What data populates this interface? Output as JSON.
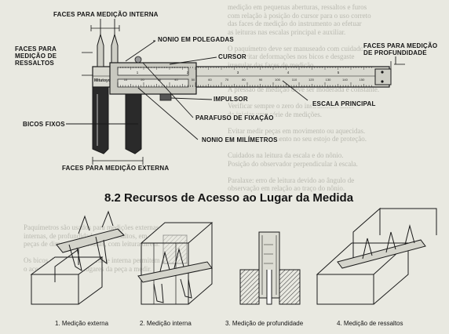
{
  "labels": {
    "faces_interna": "FACES PARA MEDIÇÃO INTERNA",
    "nonio_polegadas": "NONIO EM POLEGADAS",
    "faces_ressaltos": "FACES PARA\nMEDIÇÃO DE\nRESSALTOS",
    "cursor": "CURSOR",
    "faces_profundidade": "FACES PARA MEDIÇÃO\nDE PROFUNDIDADE",
    "impulsor": "IMPULSOR",
    "escala_principal": "ESCALA PRINCIPAL",
    "parafuso": "PARAFUSO DE FIXAÇÃO",
    "bicos_fixos": "BICOS FIXOS",
    "nonio_milimetros": "NONIO EM MILÍMETROS",
    "faces_externa": "FACES PARA MEDIÇÃO EXTERNA",
    "brand": "Mitutoyo"
  },
  "section_title": "8.2  Recursos de Acesso ao Lugar da Medida",
  "captions": [
    "1. Medição externa",
    "2. Medição interna",
    "3. Medição de profundidade",
    "4. Medição de ressaltos"
  ],
  "scale": {
    "inch_numbers": [
      "1",
      "2",
      "3",
      "4",
      "5"
    ],
    "mm_numbers": [
      "10",
      "20",
      "30",
      "40",
      "50",
      "60",
      "70",
      "80",
      "90",
      "100",
      "110",
      "120",
      "130",
      "140",
      "150"
    ]
  }
}
